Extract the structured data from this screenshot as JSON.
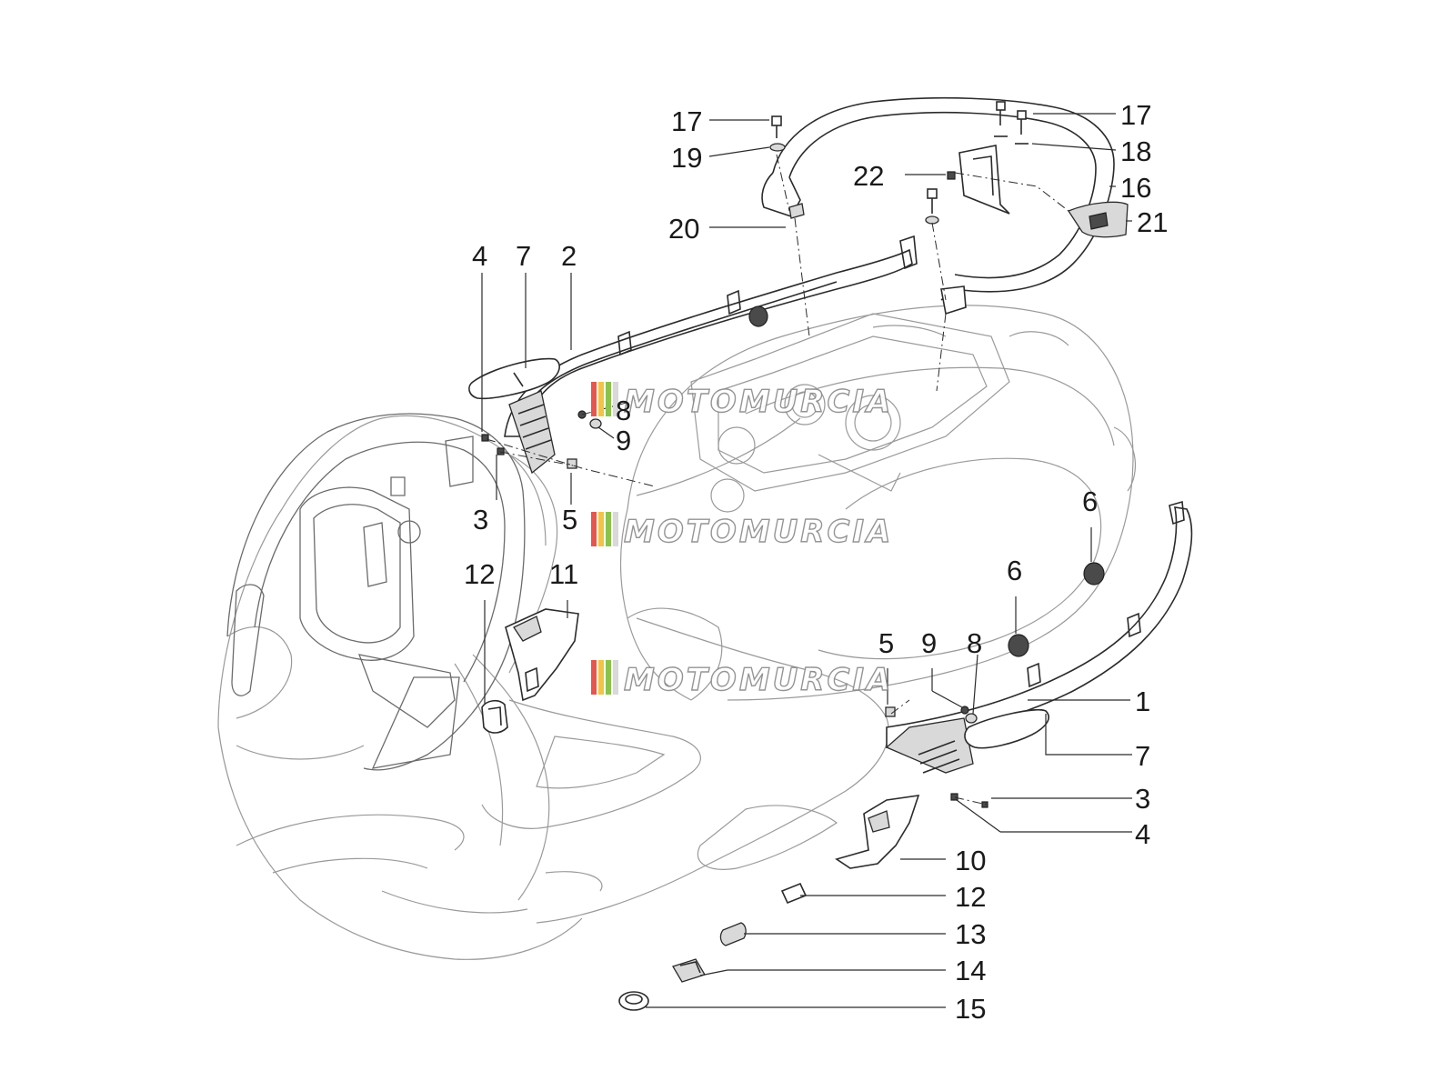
{
  "watermark": {
    "text": "MOTOMURCIA",
    "stripe_colors": [
      "#e8554e",
      "#f2c443",
      "#8bc34a",
      "#d9d9d9"
    ]
  },
  "callouts": [
    {
      "id": "c-17a",
      "label": "17"
    },
    {
      "id": "c-19",
      "label": "19"
    },
    {
      "id": "c-22",
      "label": "22"
    },
    {
      "id": "c-20",
      "label": "20"
    },
    {
      "id": "c-17b",
      "label": "17"
    },
    {
      "id": "c-18",
      "label": "18"
    },
    {
      "id": "c-16",
      "label": "16"
    },
    {
      "id": "c-21",
      "label": "21"
    },
    {
      "id": "c-4a",
      "label": "4"
    },
    {
      "id": "c-7a",
      "label": "7"
    },
    {
      "id": "c-2",
      "label": "2"
    },
    {
      "id": "c-8a",
      "label": "8"
    },
    {
      "id": "c-9a",
      "label": "9"
    },
    {
      "id": "c-3a",
      "label": "3"
    },
    {
      "id": "c-5a",
      "label": "5"
    },
    {
      "id": "c-12a",
      "label": "12"
    },
    {
      "id": "c-11",
      "label": "11"
    },
    {
      "id": "c-6a",
      "label": "6"
    },
    {
      "id": "c-6b",
      "label": "6"
    },
    {
      "id": "c-5b",
      "label": "5"
    },
    {
      "id": "c-9b",
      "label": "9"
    },
    {
      "id": "c-8b",
      "label": "8"
    },
    {
      "id": "c-1",
      "label": "1"
    },
    {
      "id": "c-7b",
      "label": "7"
    },
    {
      "id": "c-3b",
      "label": "3"
    },
    {
      "id": "c-4b",
      "label": "4"
    },
    {
      "id": "c-10",
      "label": "10"
    },
    {
      "id": "c-12b",
      "label": "12"
    },
    {
      "id": "c-13",
      "label": "13"
    },
    {
      "id": "c-14",
      "label": "14"
    },
    {
      "id": "c-15",
      "label": "15"
    }
  ]
}
